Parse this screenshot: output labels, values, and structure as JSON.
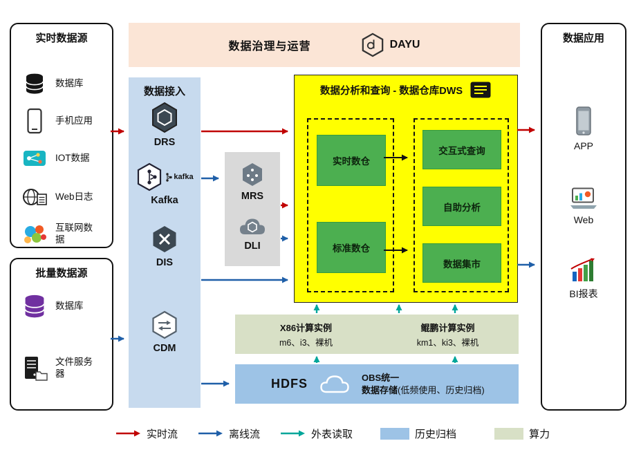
{
  "colors": {
    "realtime_flow": "#c00000",
    "offline_flow": "#1f5fa8",
    "external_read": "#00a69a",
    "dws_bg": "#ffff00",
    "green_box": "#4caf50",
    "ingestion_bg": "#c7daee",
    "compute_bg": "#d8e0c6",
    "storage_bg": "#9dc3e6",
    "banner_bg": "#fbe5d6",
    "processing_bg": "#d9d9d9"
  },
  "banner": {
    "title": "数据治理与运营",
    "logo": "DAYU"
  },
  "realtime_sources": {
    "title": "实时数据源",
    "items": [
      {
        "label": "数据库"
      },
      {
        "label": "手机应用"
      },
      {
        "label": "IOT数据"
      },
      {
        "label": "Web日志"
      },
      {
        "label": "互联网数据"
      }
    ]
  },
  "batch_sources": {
    "title": "批量数据源",
    "items": [
      {
        "label": "数据库"
      },
      {
        "label": "文件服务器"
      }
    ]
  },
  "ingestion": {
    "title": "数据接入",
    "items": [
      {
        "label": "DRS"
      },
      {
        "label": "Kafka",
        "logo": "kafka"
      },
      {
        "label": "DIS"
      },
      {
        "label": "CDM"
      }
    ]
  },
  "processing": {
    "items": [
      {
        "label": "MRS"
      },
      {
        "label": "DLI"
      }
    ]
  },
  "dws": {
    "title": "数据分析和查询 - 数据仓库DWS",
    "warehouses": [
      {
        "label": "实时数仓"
      },
      {
        "label": "标准数仓"
      }
    ],
    "services": [
      {
        "label": "交互式查询"
      },
      {
        "label": "自助分析"
      },
      {
        "label": "数据集市"
      }
    ]
  },
  "compute": {
    "x86_title": "X86计算实例",
    "x86_models": "m6、i3、裸机",
    "kunpeng_title": "鲲鹏计算实例",
    "kunpeng_models": "km1、ki3、裸机"
  },
  "storage": {
    "hdfs": "HDFS",
    "obs_line1": "OBS统一",
    "obs_line2": "数据存储",
    "obs_note": "(低频使用、历史归档)"
  },
  "applications": {
    "title": "数据应用",
    "items": [
      {
        "label": "APP"
      },
      {
        "label": "Web"
      },
      {
        "label": "BI报表"
      }
    ]
  },
  "legend": {
    "items": [
      {
        "label": "实时流",
        "type": "arrow",
        "color": "#c00000"
      },
      {
        "label": "离线流",
        "type": "arrow",
        "color": "#1f5fa8"
      },
      {
        "label": "外表读取",
        "type": "arrow",
        "color": "#00a69a"
      },
      {
        "label": "历史归档",
        "type": "swatch",
        "color": "#9dc3e6"
      },
      {
        "label": "算力",
        "type": "swatch",
        "color": "#d8e0c6"
      }
    ]
  }
}
